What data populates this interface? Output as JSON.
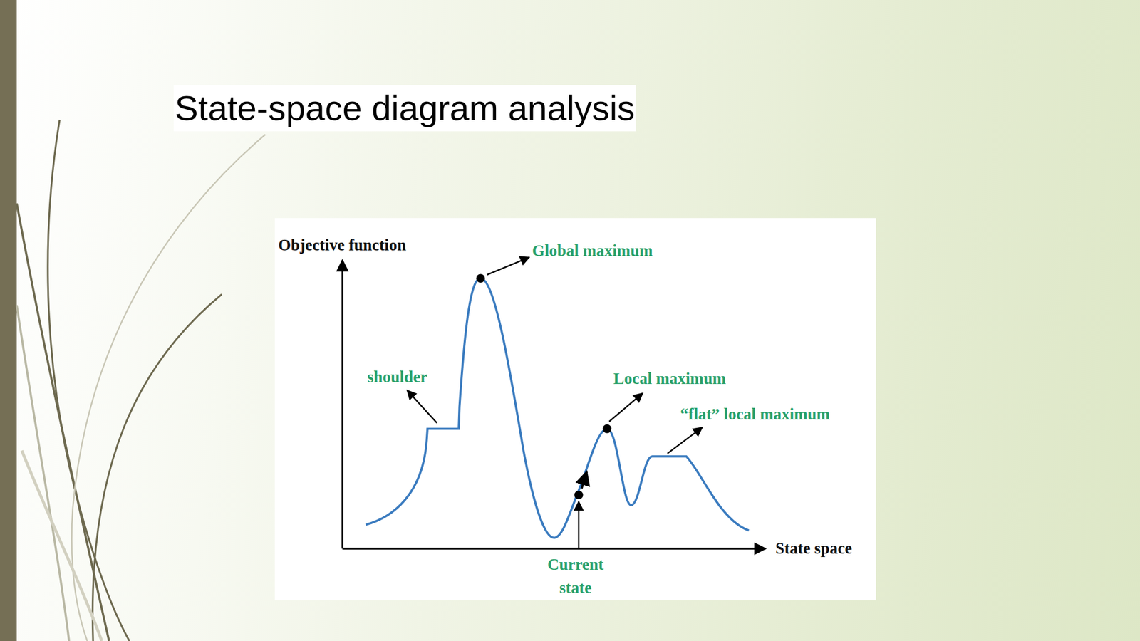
{
  "diagram": {
    "title": "State-space diagram analysis",
    "labels": [
      "Objective function",
      "Global maximum",
      "shoulder",
      "Local maximum",
      "“flat” local maximum",
      "Current state",
      "State space"
    ]
  }
}
